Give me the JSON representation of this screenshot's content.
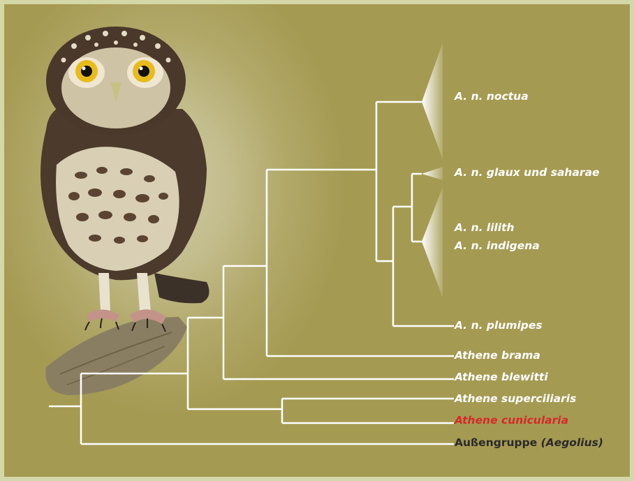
{
  "labels": {
    "noctua": "A. n. noctua",
    "glaux": "A. n. glaux und saharae",
    "lilith": "A. n. lilith",
    "indigena": "A. n. indigena",
    "plumipes": "A. n. plumipes",
    "brama": "Athene brama",
    "blewitti": "Athene blewitti",
    "superciliaris": "Athene superciliaris",
    "cunicularia": "Athene cunicularia",
    "outgroup": "Außengruppe",
    "outgroup_genus": "(Aegolius)"
  },
  "colors": {
    "background": "#a59a52",
    "branches": "#ffffff",
    "highlight": "#d42a2a",
    "outgroup_text": "#2a2a2a"
  },
  "image": "little-owl-photo"
}
